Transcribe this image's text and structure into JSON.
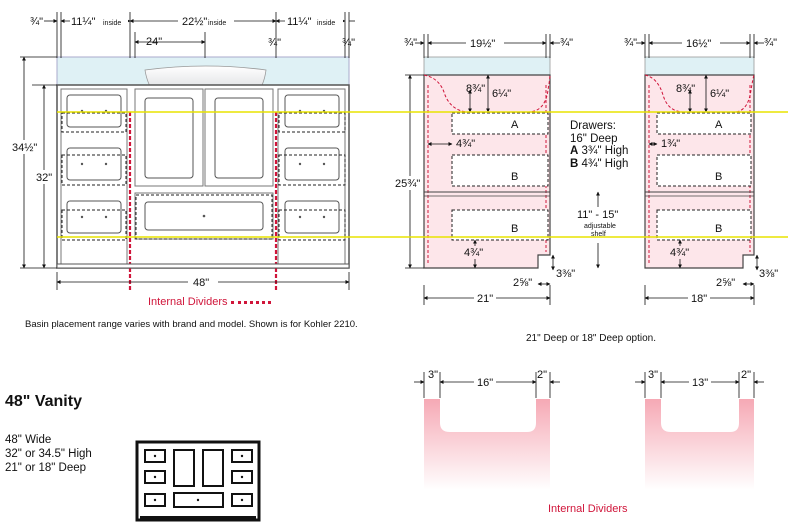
{
  "front": {
    "dims": {
      "left_edge": "¾\"",
      "inside_left": "11¼\"",
      "inside_center": "22½\"",
      "inside_right": "11¼\"",
      "inside_word": "inside",
      "right_edge": "¾\"",
      "basin_range": "24\"",
      "basin_left_edge": "¾\"",
      "basin_right_edge": "¾\"",
      "height_tall": "34½\"",
      "height_short": "32\"",
      "width": "48\""
    },
    "dividers_label": "Internal Dividers",
    "basin_note": "Basin placement range varies with brand and model. Shown is for Kohler 2210."
  },
  "side21": {
    "top_width": "19½\"",
    "left_edge": "¾\"",
    "right_edge": "¾\"",
    "drawer_top_a": "8¾\"",
    "drawer_top_b": "6¼\"",
    "drawer_a": "A",
    "drawer_b": "B",
    "drawer_b2": "B",
    "side_gap": "4¾\"",
    "cabinet_height": "25¾\"",
    "bottom_gap": "4¾\"",
    "toe_depth": "2⅝\"",
    "toe_height": "3⅜\"",
    "depth": "21\""
  },
  "drawers_info": {
    "title": "Drawers:",
    "deep": "16\" Deep",
    "a_label": "A",
    "a_text": "3¾\" High",
    "b_label": "B",
    "b_text": "4¾\" High"
  },
  "shelf": {
    "range": "11\" - 15\"",
    "word1": "adjustable",
    "word2": "shelf"
  },
  "side18": {
    "top_width": "16½\"",
    "left_edge": "¾\"",
    "right_edge": "¾\"",
    "drawer_top_a": "8¾\"",
    "drawer_top_b": "6¼\"",
    "drawer_a": "A",
    "drawer_b": "B",
    "drawer_b2": "B",
    "side_gap": "1¾\"",
    "bottom_gap": "4¾\"",
    "toe_depth": "2⅝\"",
    "toe_height": "3⅜\"",
    "depth": "18\""
  },
  "depth_option": "21\" Deep or 18\" Deep option.",
  "product": {
    "title": "48\" Vanity",
    "spec1": "48\" Wide",
    "spec2": "32\" or 34.5\" High",
    "spec3": "21\" or 18\" Deep"
  },
  "dividers_bottom": {
    "left_offset": "3\"",
    "width21": "16\"",
    "right_offset": "2\"",
    "left_offset18": "3\"",
    "width18": "13\"",
    "right_offset18": "2\"",
    "label": "Internal Dividers"
  },
  "colors": {
    "accent_red": "#d0153a",
    "pink_fill": "#f9dde3",
    "guide_yellow": "#e8e400",
    "countertop_blue": "#cfe9ef"
  }
}
